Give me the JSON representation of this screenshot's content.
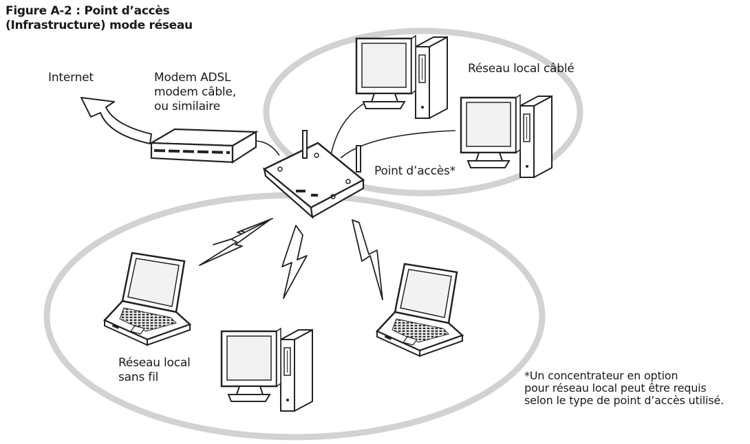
{
  "figure": {
    "title_line1": "Figure A-2 : Point d’accès",
    "title_line2": "(Infrastructure) mode réseau"
  },
  "labels": {
    "internet": "Internet",
    "modem_line1": "Modem ADSL",
    "modem_line2": "modem câble,",
    "modem_line3": "ou similaire",
    "wired_lan": "Réseau local câblé",
    "access_point": "Point d’accès*",
    "wireless_line1": "Réseau local",
    "wireless_line2": "sans fil"
  },
  "footnote": {
    "line1": "*Un concentrateur en option",
    "line2": "pour réseau local peut être requis",
    "line3": "selon le type de point d’accès utilisé."
  },
  "colors": {
    "ellipse_stroke": "#d2d2d2",
    "line": "#222222",
    "screen": "#f2f2f2"
  },
  "icons": [
    "internet-arrow-icon",
    "modem-icon",
    "access-point-icon",
    "desktop-computer-icon",
    "laptop-icon",
    "wireless-signal-icon"
  ]
}
